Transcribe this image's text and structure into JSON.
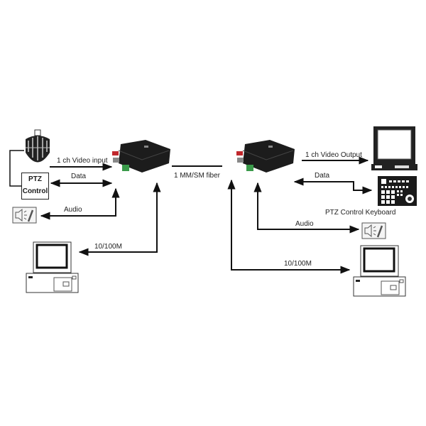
{
  "diagram": {
    "left": {
      "camera": "speed-dome-camera",
      "ptz_control": {
        "line1": "PTZ",
        "line2": "Control"
      },
      "links": {
        "video": "1 ch Video input",
        "data": "Data",
        "audio": "Audio",
        "network": "10/100M"
      }
    },
    "center": {
      "fiber": "1 MM/SM fiber"
    },
    "right": {
      "links": {
        "video": "1 ch Video Output",
        "data": "Data",
        "audio": "Audio",
        "network": "10/100M"
      },
      "keyboard_label": "PTZ Control Keyboard"
    },
    "colors": {
      "line": "#111111",
      "device_body": "#1c1c1c",
      "connector_red": "#c0282d",
      "connector_green": "#3a9a4a"
    }
  }
}
